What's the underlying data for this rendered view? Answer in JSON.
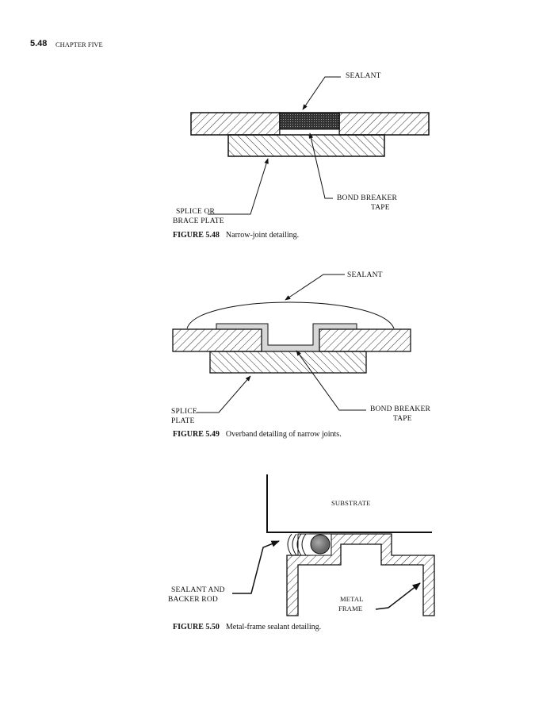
{
  "header": {
    "page_number": "5.48",
    "chapter": "CHAPTER FIVE"
  },
  "figures": [
    {
      "number": "FIGURE 5.48",
      "caption": "Narrow-joint detailing.",
      "labels": {
        "sealant": "SEALANT",
        "bond_breaker_1": "BOND BREAKER",
        "bond_breaker_2": "TAPE",
        "splice_1": "SPLICE OR",
        "splice_2": "BRACE PLATE"
      }
    },
    {
      "number": "FIGURE 5.49",
      "caption": "Overband detailing of narrow joints.",
      "labels": {
        "sealant": "SEALANT",
        "bond_breaker_1": "BOND BREAKER",
        "bond_breaker_2": "TAPE",
        "splice_1": "SPLICE",
        "splice_2": "PLATE"
      }
    },
    {
      "number": "FIGURE 5.50",
      "caption": "Metal-frame sealant detailing.",
      "labels": {
        "substrate": "SUBSTRATE",
        "sealant_1": "SEALANT AND",
        "sealant_2": "BACKER ROD",
        "frame_1": "METAL",
        "frame_2": "FRAME"
      }
    }
  ]
}
